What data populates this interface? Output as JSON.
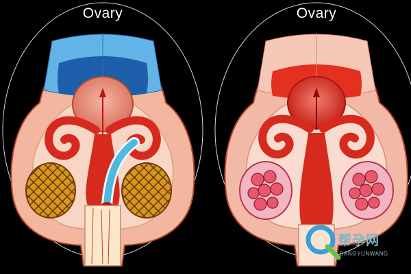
{
  "titles": {
    "left": "Ovary",
    "right": "Ovary"
  },
  "watermark": {
    "chinese": "帮孕网",
    "latin": "BANGYUNWANG"
  },
  "colors": {
    "background": "#000000",
    "skin": "#f3b8a0",
    "muscle_red": "#d62a1e",
    "catheter_blue": "#4fb7e0",
    "healthy_follicle": "#d98d1e",
    "stimulated_follicle": "#e8576a"
  }
}
